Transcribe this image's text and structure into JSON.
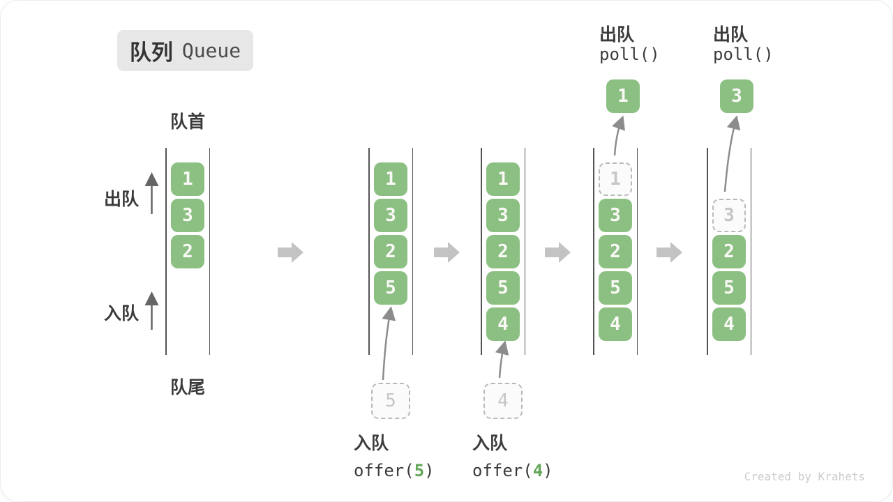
{
  "title": {
    "zh": "队列",
    "en": "Queue"
  },
  "labels": {
    "front": "队首",
    "rear": "队尾",
    "dequeue_side": "出队",
    "enqueue_side": "入队"
  },
  "queues": [
    {
      "cells": [
        {
          "value": "1",
          "state": "solid"
        },
        {
          "value": "3",
          "state": "solid"
        },
        {
          "value": "2",
          "state": "solid"
        }
      ]
    },
    {
      "cells": [
        {
          "value": "1",
          "state": "solid"
        },
        {
          "value": "3",
          "state": "solid"
        },
        {
          "value": "2",
          "state": "solid"
        },
        {
          "value": "5",
          "state": "solid"
        }
      ]
    },
    {
      "cells": [
        {
          "value": "1",
          "state": "solid"
        },
        {
          "value": "3",
          "state": "solid"
        },
        {
          "value": "2",
          "state": "solid"
        },
        {
          "value": "5",
          "state": "solid"
        },
        {
          "value": "4",
          "state": "solid"
        }
      ]
    },
    {
      "cells": [
        {
          "value": "1",
          "state": "removed"
        },
        {
          "value": "3",
          "state": "solid"
        },
        {
          "value": "2",
          "state": "solid"
        },
        {
          "value": "5",
          "state": "solid"
        },
        {
          "value": "4",
          "state": "solid"
        }
      ]
    },
    {
      "cells": [
        {
          "value": "3",
          "state": "removed"
        },
        {
          "value": "2",
          "state": "solid"
        },
        {
          "value": "5",
          "state": "solid"
        },
        {
          "value": "4",
          "state": "solid"
        }
      ]
    }
  ],
  "enqueue_ops": [
    {
      "action": "入队",
      "code_open": "offer(",
      "arg": "5",
      "code_close": ")",
      "staged_value": "5"
    },
    {
      "action": "入队",
      "code_open": "offer(",
      "arg": "4",
      "code_close": ")",
      "staged_value": "4"
    }
  ],
  "dequeue_ops": [
    {
      "action": "出队",
      "code": "poll()",
      "removed_value": "1"
    },
    {
      "action": "出队",
      "code": "poll()",
      "removed_value": "3"
    }
  ],
  "icons": {
    "flow_arrow": "right-block-arrow",
    "direction_arrow": "up-arrow",
    "transfer_arrow": "curved-up-arrow"
  },
  "colors": {
    "element_green": "#8cc083",
    "code_arg_green": "#62a757",
    "flow_arrow_gray": "#c3c3c3",
    "dashed_border_gray": "#b9b9b9",
    "text_dark": "#3b3b3b",
    "badge_bg": "#e7e7e7"
  },
  "watermark": "Created by Krahets"
}
